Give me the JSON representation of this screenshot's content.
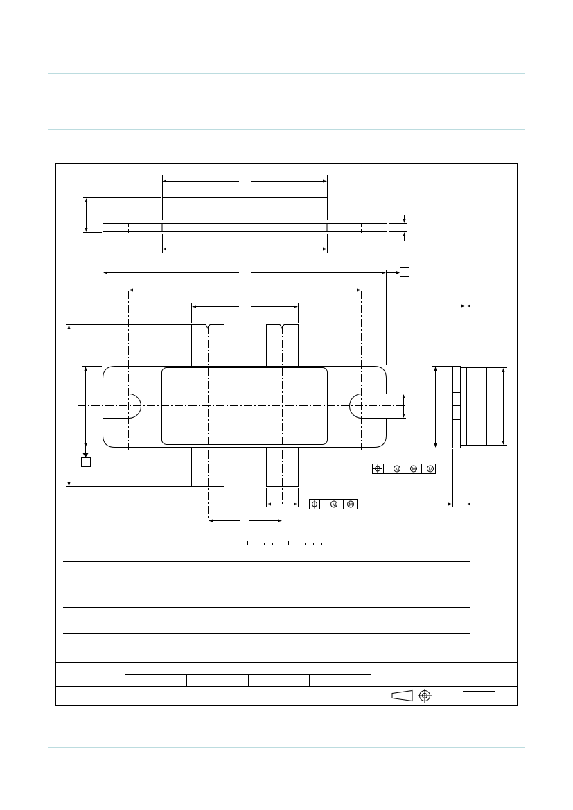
{
  "page": {
    "header_rule_color": "#bcdcdf",
    "line_color": "#000000"
  },
  "drawing": {
    "description_visible_text": [],
    "gdt_frames": [
      {
        "symbol": "position-icon",
        "modifiers": [
          "M",
          "M",
          "M"
        ]
      },
      {
        "symbol": "position-icon",
        "modifiers": [
          "M",
          "M"
        ]
      }
    ],
    "projection_symbol": "third-angle-projection-icon"
  }
}
